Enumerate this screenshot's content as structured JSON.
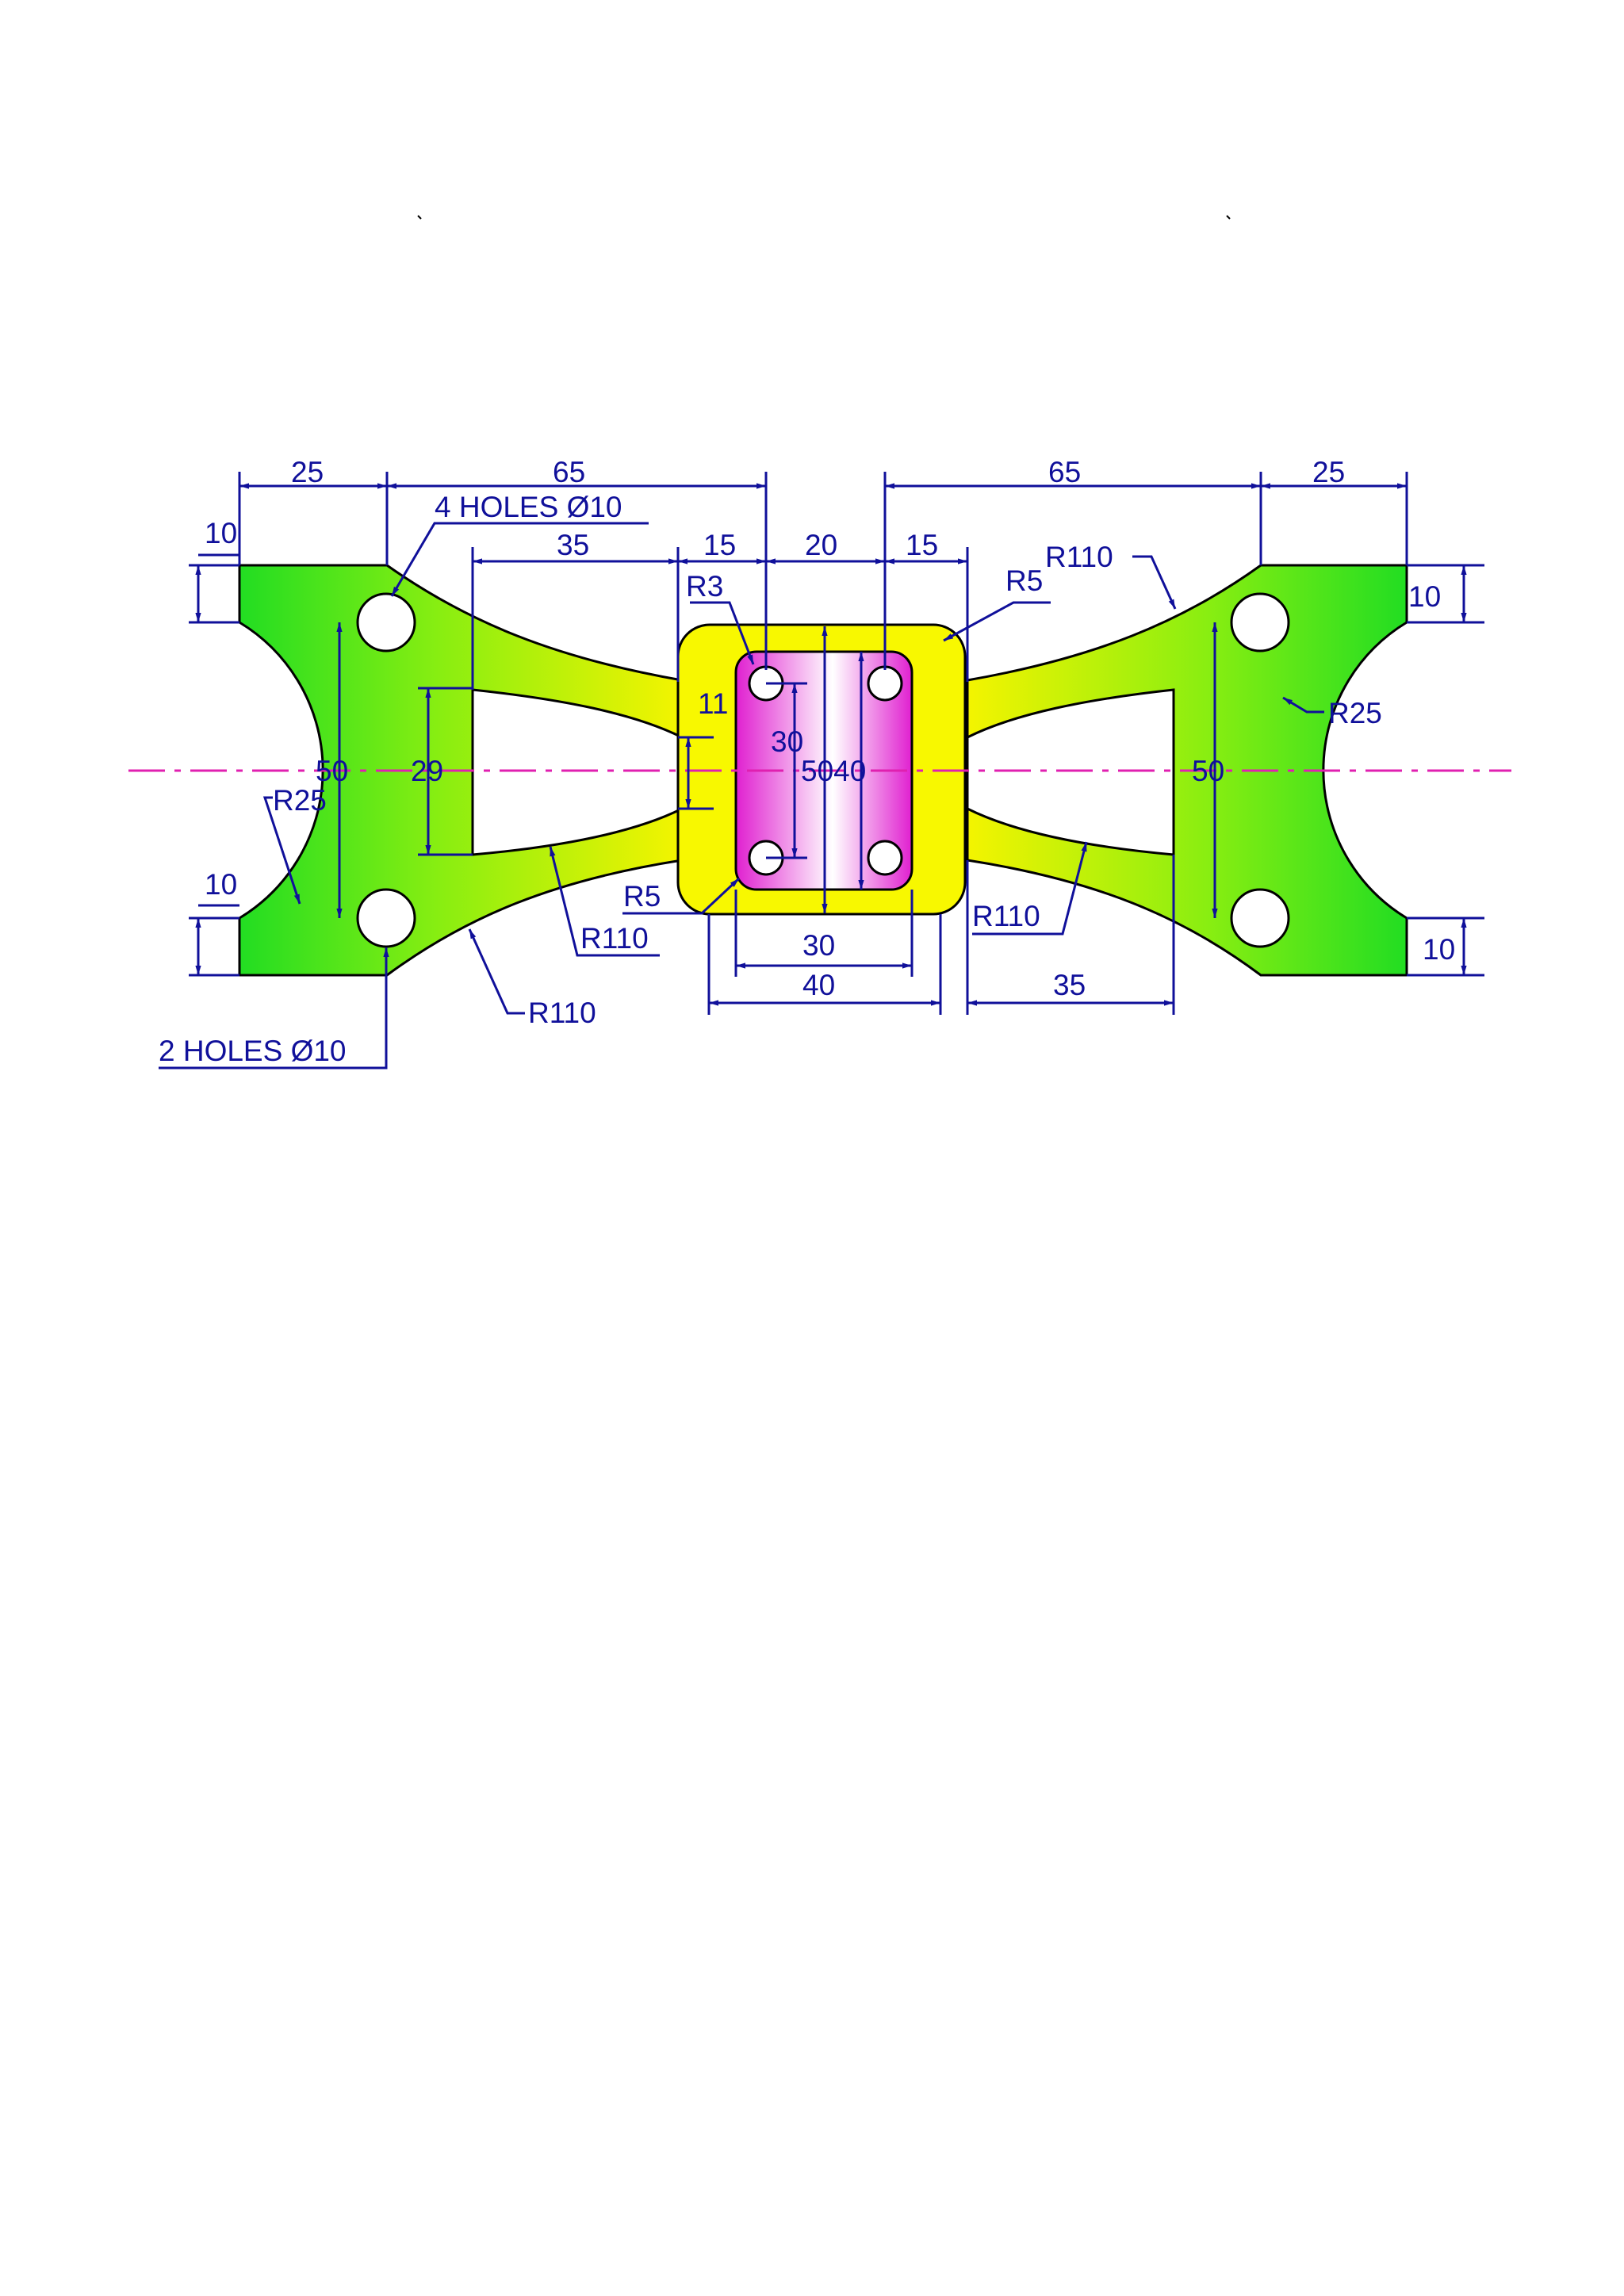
{
  "colors": {
    "dimension": "#10109a",
    "arm_green": "#22dd22",
    "arm_yellow": "#f4f400",
    "hub_yellow": "#f8f800",
    "pocket_magenta": "#e020d0",
    "center_line": "#e020b0"
  },
  "labels": {
    "top_left_25": "25",
    "top_left_65": "65",
    "top_right_65": "65",
    "top_right_25": "25",
    "holes_4": "4 HOLES Ø10",
    "holes_2": "2 HOLES Ø10",
    "dim_35_top": "35",
    "dim_15_left": "15",
    "dim_20": "20",
    "dim_15_right": "15",
    "dim_35_bottom": "35",
    "left_10_top": "10",
    "left_10_bottom": "10",
    "right_10_top": "10",
    "right_10_bottom": "10",
    "r3": "R3",
    "r5_top": "R5",
    "r5_bottom": "R5",
    "r110_top_right": "R110",
    "r110_mid_left": "R110",
    "r110_bottom_left": "R110",
    "r110_mid_right": "R110",
    "r25_left": "R25",
    "r25_right": "R25",
    "dim_11": "11",
    "dim_30_vertical": "30",
    "dim_50_left": "50",
    "dim_29": "29",
    "dim_5040": "5040",
    "dim_50_right": "50",
    "dim_30_horizontal": "30",
    "dim_40_horizontal": "40"
  }
}
